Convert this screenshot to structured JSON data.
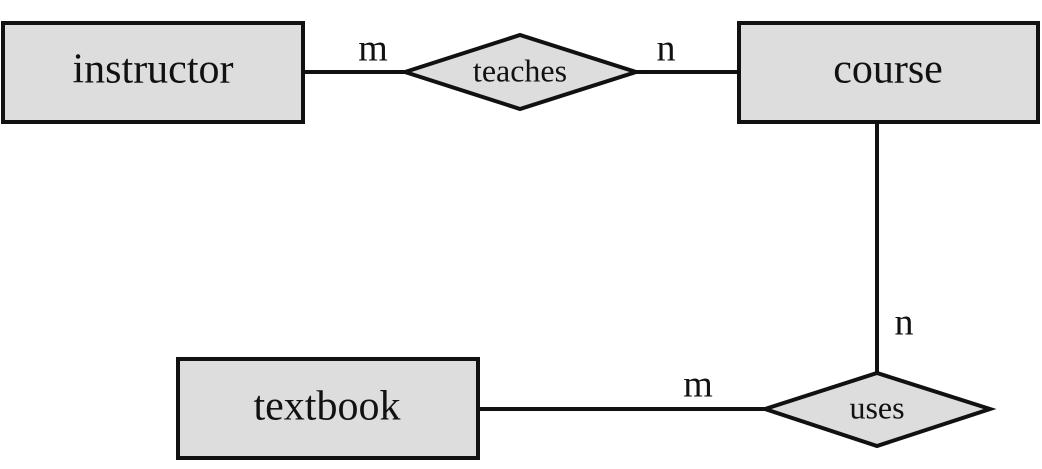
{
  "colors": {
    "entity_fill": "#dddddd",
    "relation_fill": "#dddddd",
    "stroke": "#111111",
    "background": "#ffffff"
  },
  "entities": {
    "instructor": "instructor",
    "course": "course",
    "textbook": "textbook"
  },
  "relationships": {
    "teaches": "teaches",
    "uses": "uses"
  },
  "cardinalities": {
    "teaches_instructor": "m",
    "teaches_course": "n",
    "uses_course": "n",
    "uses_textbook": "m"
  }
}
